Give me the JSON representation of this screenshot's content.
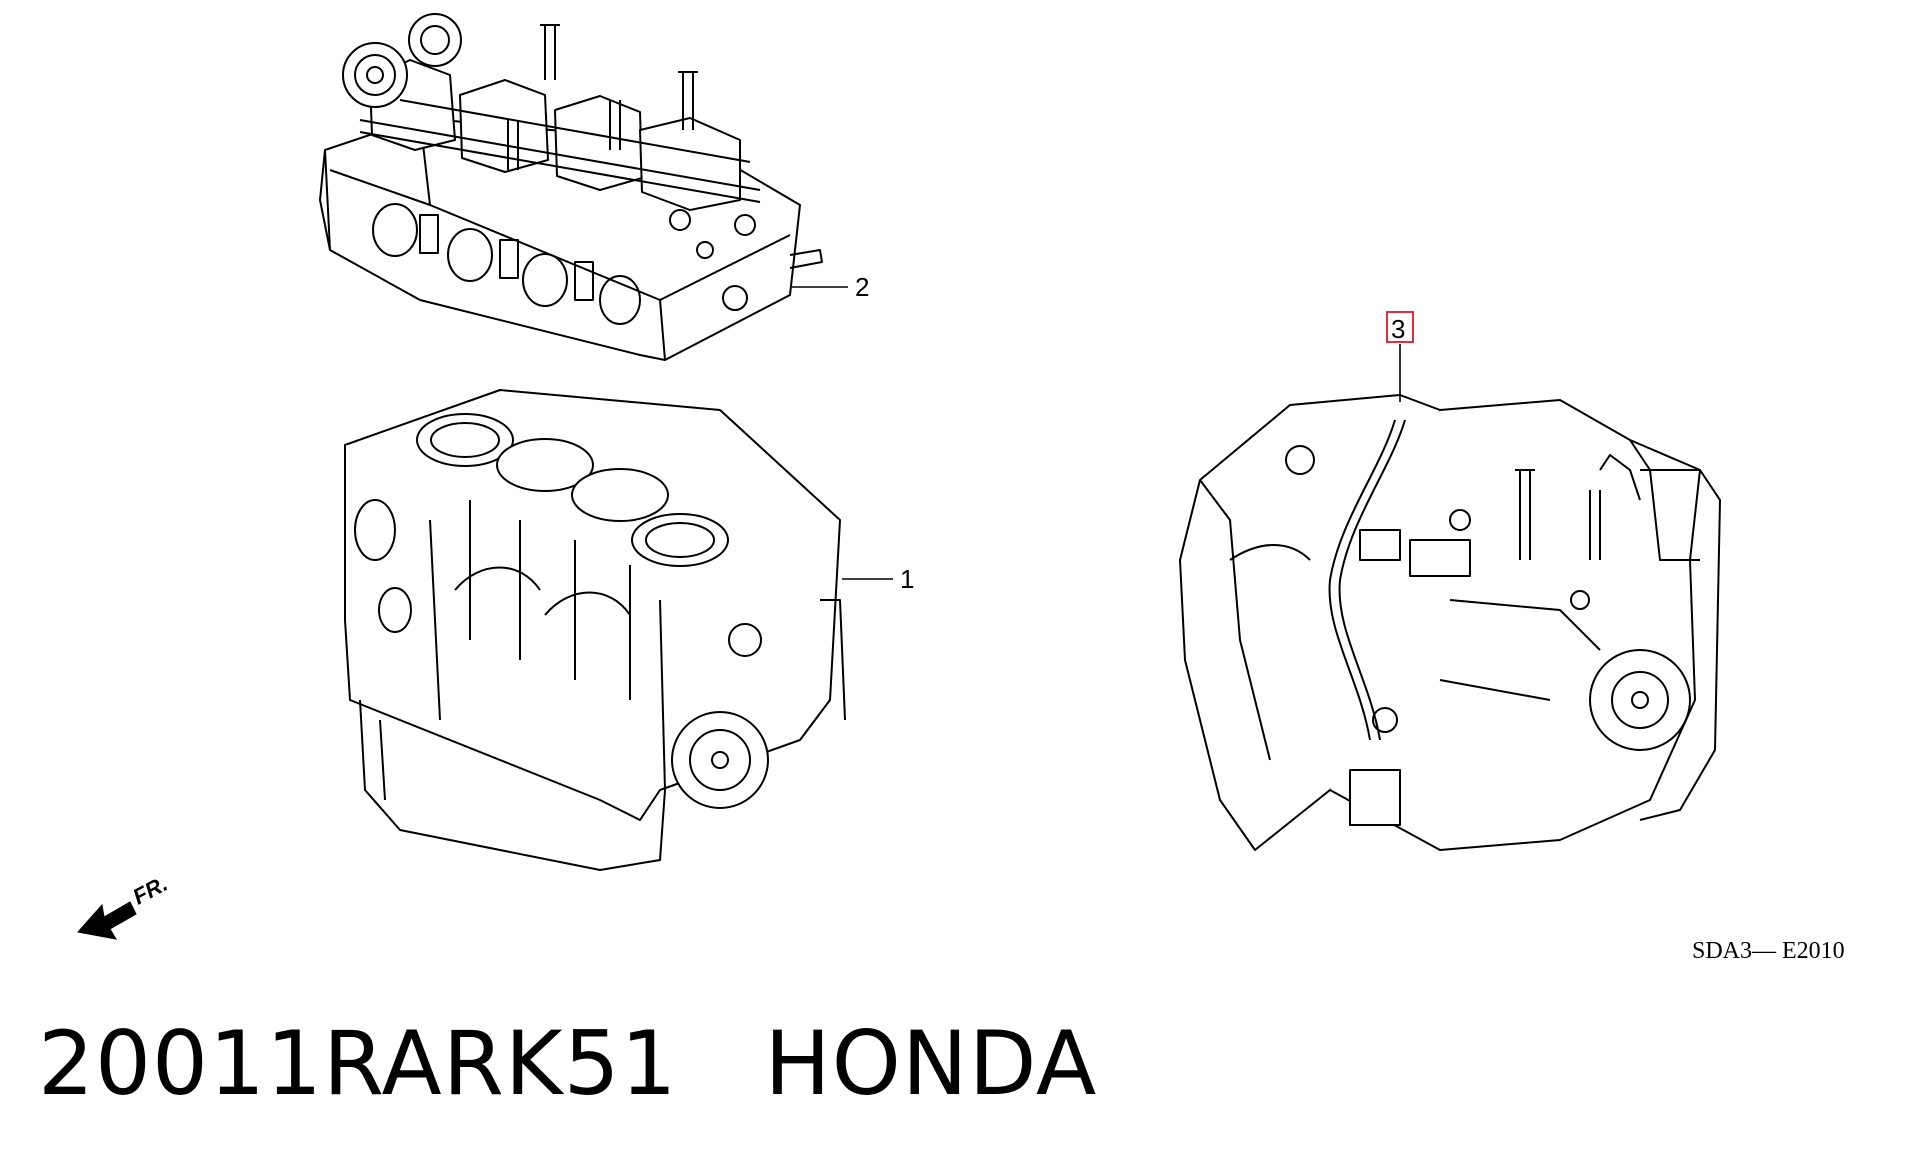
{
  "callouts": [
    {
      "id": "1",
      "label": "1"
    },
    {
      "id": "2",
      "label": "2"
    },
    {
      "id": "3",
      "label": "3",
      "highlighted": true
    }
  ],
  "direction_label": "FR.",
  "diagram_code": "SDA3— E2010",
  "caption": {
    "part_number": "20011RARK51",
    "brand": "HONDA"
  },
  "colors": {
    "line": "#000000",
    "highlight_box": "#e0303a"
  }
}
